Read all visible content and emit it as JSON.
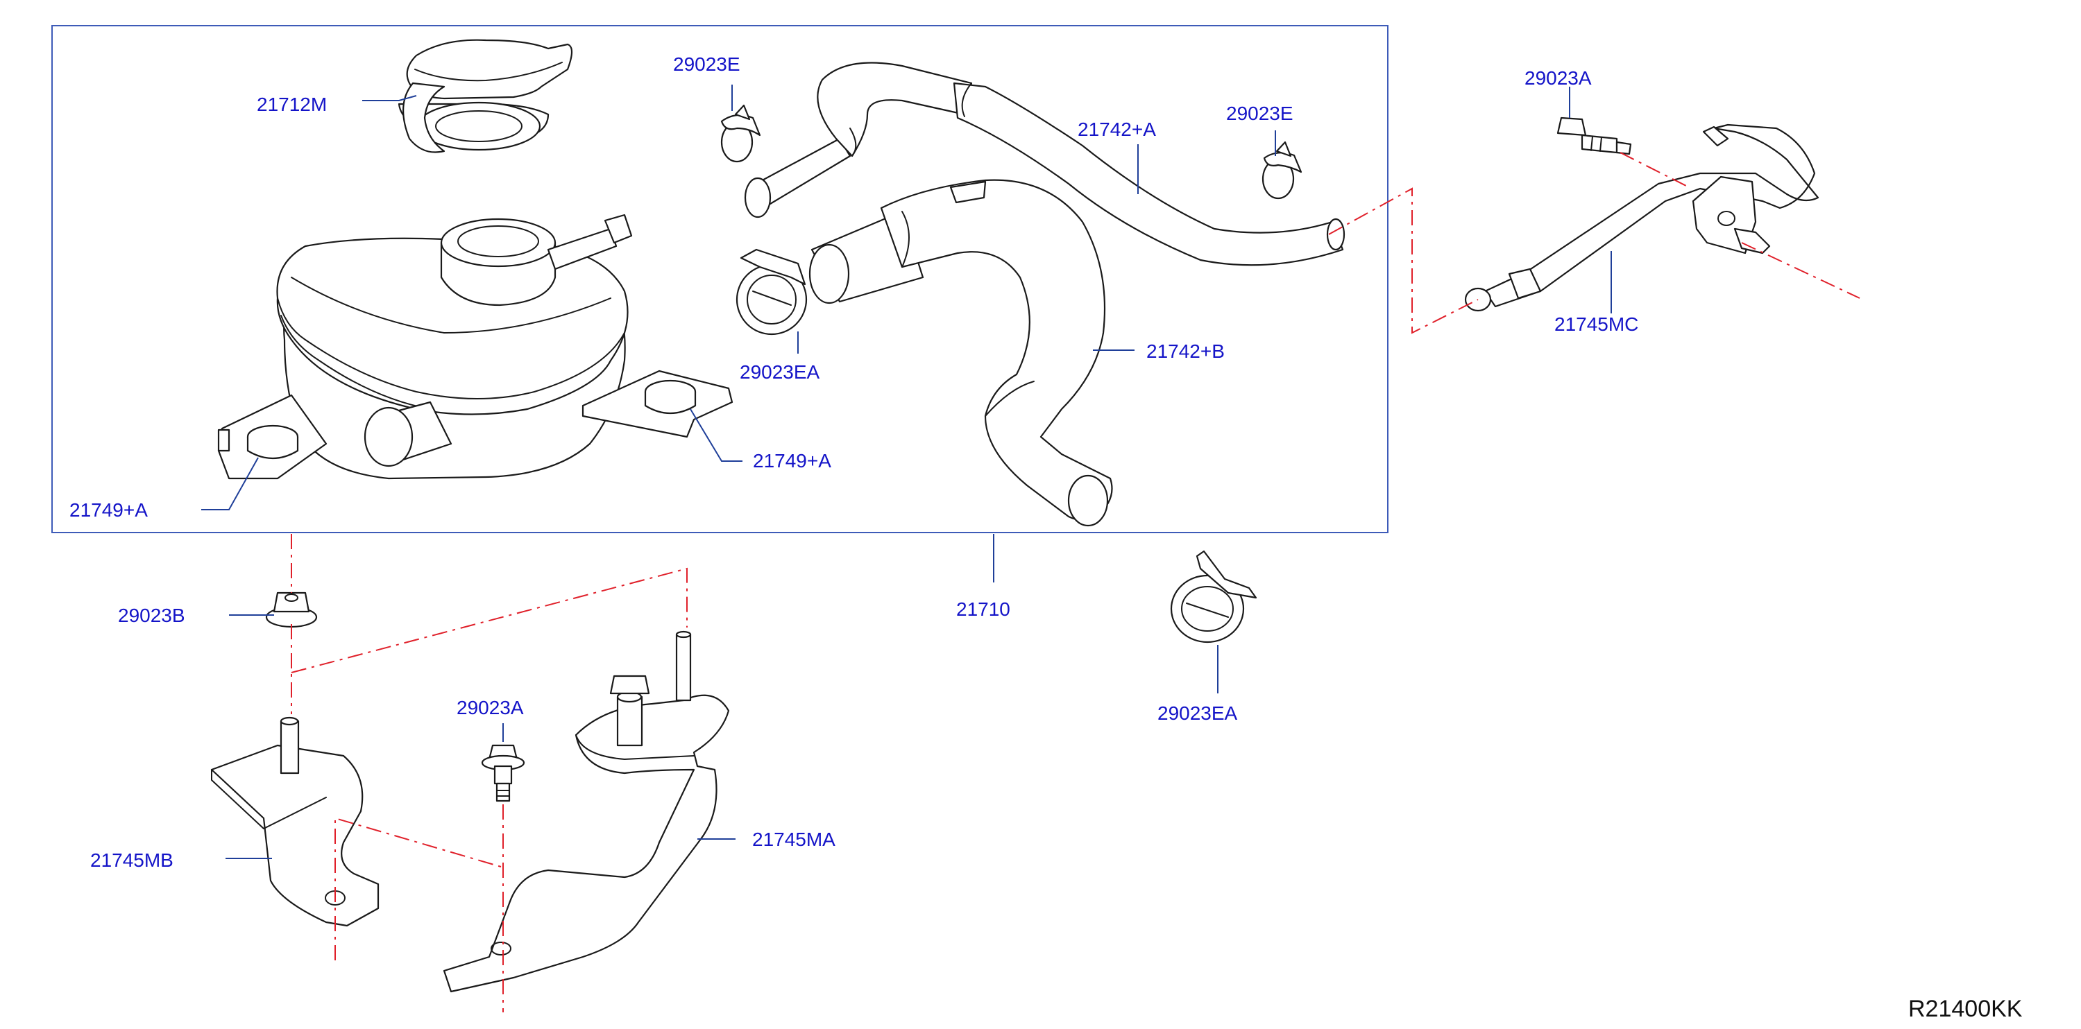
{
  "diagram": {
    "labels": {
      "cap": "21712M",
      "clip_top_left": "29023E",
      "clip_top_right": "29023E",
      "hose_upper": "21742+A",
      "hose_lower": "21742+B",
      "clamp_mid": "29023EA",
      "grommet_right": "21749+A",
      "grommet_left": "21749+A",
      "assembly": "21710",
      "clamp_loose": "29023EA",
      "nut": "29023B",
      "bolt_mid": "29023A",
      "bolt_top_right": "29023A",
      "bracket_right": "21745MA",
      "bracket_left": "21745MB",
      "pipe_right": "21745MC"
    },
    "reference": "R21400KK",
    "colors": {
      "label": "#1414c8",
      "leader": "#1f3f99",
      "frame": "#3d5bb8",
      "centerline": "#e0202a",
      "part_outline": "#1a1a1a"
    }
  }
}
